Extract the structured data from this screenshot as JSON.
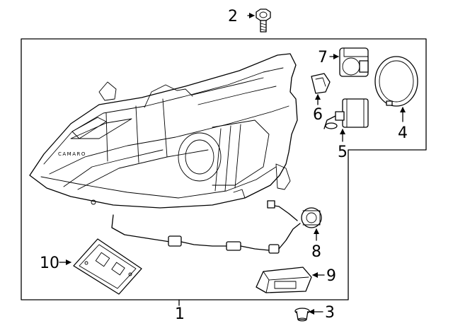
{
  "diagram": {
    "emblem_text": "CAMARO",
    "callouts": [
      {
        "id": "1",
        "label": "1"
      },
      {
        "id": "2",
        "label": "2"
      },
      {
        "id": "3",
        "label": "3"
      },
      {
        "id": "4",
        "label": "4"
      },
      {
        "id": "5",
        "label": "5"
      },
      {
        "id": "6",
        "label": "6"
      },
      {
        "id": "7",
        "label": "7"
      },
      {
        "id": "8",
        "label": "8"
      },
      {
        "id": "9",
        "label": "9"
      },
      {
        "id": "10",
        "label": "10"
      }
    ],
    "colors": {
      "line": "#000000",
      "background": "#ffffff"
    }
  }
}
